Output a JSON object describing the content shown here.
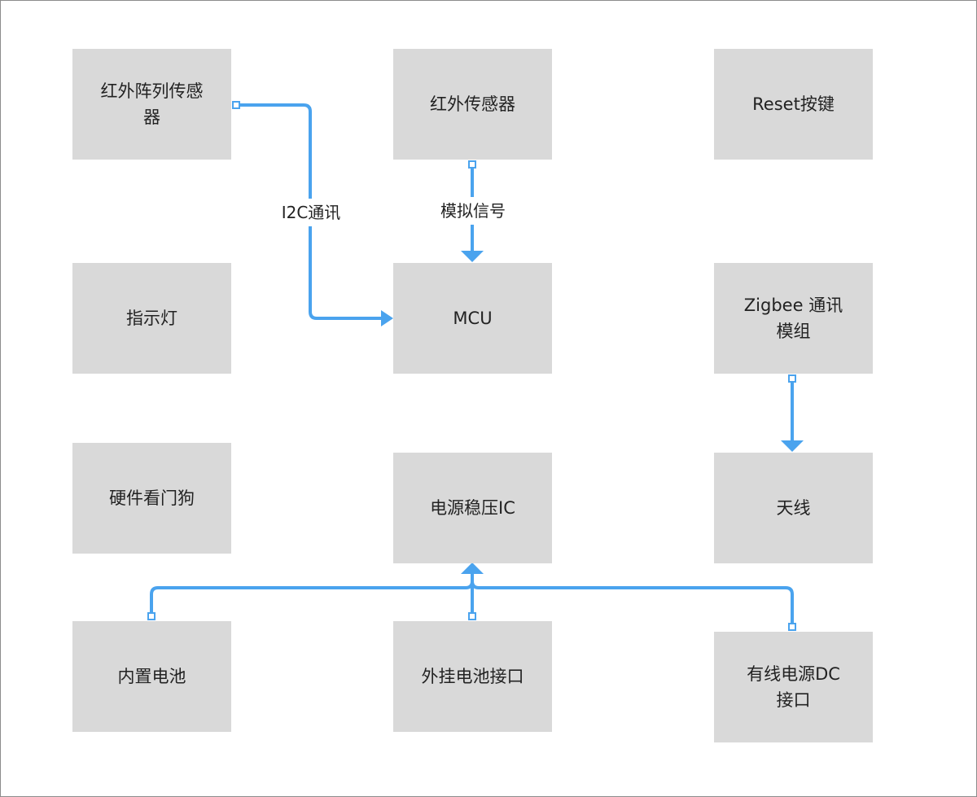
{
  "colors": {
    "box_fill": "#d9d9d9",
    "connector": "#4aa3ee",
    "text": "#222222",
    "border": "#8c8c8c"
  },
  "nodes": {
    "ir_array": "红外阵列传感\n器",
    "ir_sensor": "红外传感器",
    "reset": "Reset按键",
    "led": "指示灯",
    "mcu": "MCU",
    "zigbee": "Zigbee 通讯\n模组",
    "watchdog": "硬件看门狗",
    "regulator": "电源稳压IC",
    "antenna": "天线",
    "battery": "内置电池",
    "ext_battery": "外挂电池接口",
    "dc": "有线电源DC\n接口"
  },
  "edges": {
    "i2c": "I2C通讯",
    "analog": "模拟信号"
  }
}
